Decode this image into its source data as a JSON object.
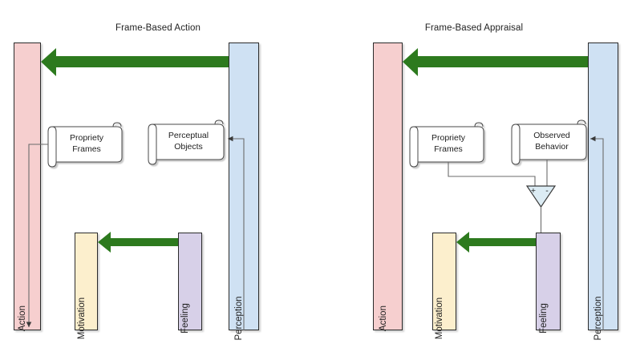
{
  "diagram": {
    "title_left": "Frame-Based Action",
    "title_right": "Frame-Based Appraisal"
  },
  "colors": {
    "action": "#f6cfcf",
    "perception": "#cfe1f3",
    "motivation": "#fcefcd",
    "feeling": "#d7d0e8",
    "arrow_green": "#2d7a1e",
    "stroke": "#2b2b2b",
    "connector": "#6b6b6b",
    "node_fill": "#ffffff",
    "comparator_fill": "#dcecf4"
  },
  "left_panel": {
    "lanes": [
      {
        "name": "action",
        "label": "Action"
      },
      {
        "name": "perception",
        "label": "Perception"
      },
      {
        "name": "motivation",
        "label": "Motivation"
      },
      {
        "name": "feeling",
        "label": "Feeling"
      }
    ],
    "nodes": [
      {
        "name": "propriety-frames",
        "line1": "Propriety",
        "line2": "Frames"
      },
      {
        "name": "perceptual-objects",
        "line1": "Perceptual",
        "line2": "Objects"
      }
    ],
    "flows": [
      {
        "name": "perception-to-action",
        "from": "Perception",
        "to": "Action",
        "style": "green-arrow"
      },
      {
        "name": "feeling-to-motivation",
        "from": "Feeling",
        "to": "Motivation",
        "style": "green-arrow"
      },
      {
        "name": "perception-to-perceptual-objects",
        "from": "Perception",
        "to": "Perceptual Objects",
        "style": "thin-arrow"
      },
      {
        "name": "propriety-frames-to-action",
        "from": "Propriety Frames",
        "to": "Action",
        "style": "thin-arrow-down"
      }
    ]
  },
  "right_panel": {
    "lanes": [
      {
        "name": "action",
        "label": "Action"
      },
      {
        "name": "perception",
        "label": "Perception"
      },
      {
        "name": "motivation",
        "label": "Motivation"
      },
      {
        "name": "feeling",
        "label": "Feeling"
      }
    ],
    "nodes": [
      {
        "name": "propriety-frames",
        "line1": "Propriety",
        "line2": "Frames"
      },
      {
        "name": "observed-behavior",
        "line1": "Observed",
        "line2": "Behavior"
      }
    ],
    "comparator": {
      "name": "comparator",
      "plus": "+",
      "minus": "-"
    },
    "flows": [
      {
        "name": "perception-to-action",
        "from": "Perception",
        "to": "Action",
        "style": "green-arrow"
      },
      {
        "name": "feeling-to-motivation",
        "from": "Feeling",
        "to": "Motivation",
        "style": "green-arrow"
      },
      {
        "name": "perception-to-observed-behavior",
        "from": "Perception",
        "to": "Observed Behavior",
        "style": "thin-arrow"
      },
      {
        "name": "propriety-frames-to-comparator",
        "from": "Propriety Frames",
        "to": "Comparator",
        "style": "thin-line"
      },
      {
        "name": "observed-behavior-to-comparator",
        "from": "Observed Behavior",
        "to": "Comparator",
        "style": "thin-line"
      },
      {
        "name": "comparator-to-feeling",
        "from": "Comparator",
        "to": "Feeling",
        "style": "thin-line"
      }
    ]
  }
}
